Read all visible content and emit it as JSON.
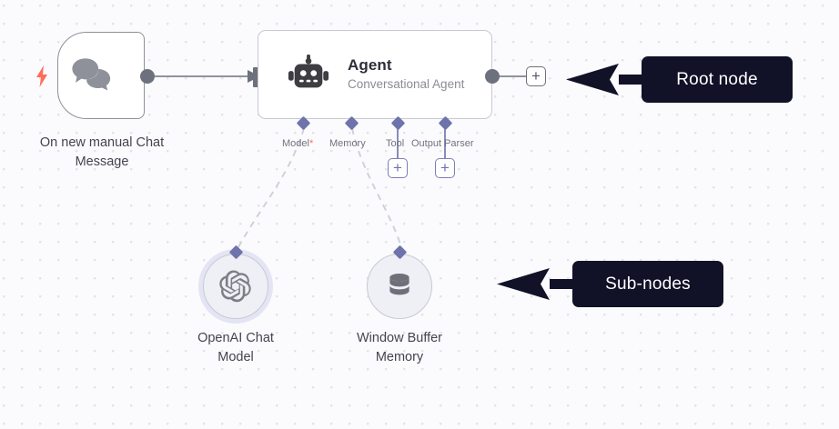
{
  "canvas": {
    "background_color": "#fbfbfd",
    "dot_color": "#e3e3e9",
    "zoom": "100%"
  },
  "palette": {
    "node_border": "#c9c9d2",
    "trigger_border": "#909099",
    "port_gray": "#6d707d",
    "accent_purple": "#6f73ab",
    "required_red": "#ff6d5a",
    "callout_bg": "#111128",
    "label_text": "#44444f",
    "subtitle_text": "#8b8b97"
  },
  "nodes": {
    "trigger": {
      "label": "On new manual Chat\nMessage",
      "icon": "chat-bubbles-icon",
      "badge_icon": "lightning-bolt-icon"
    },
    "agent": {
      "title": "Agent",
      "subtitle": "Conversational Agent",
      "icon": "robot-icon",
      "ports": [
        {
          "name": "Model",
          "required": true,
          "required_marker": "*",
          "has_add_button": false
        },
        {
          "name": "Memory",
          "required": false,
          "required_marker": "",
          "has_add_button": false
        },
        {
          "name": "Tool",
          "required": false,
          "required_marker": "",
          "has_add_button": true
        },
        {
          "name": "Output Parser",
          "required": false,
          "required_marker": "",
          "has_add_button": true
        }
      ],
      "output_add_label": "+"
    },
    "openai": {
      "label": "OpenAI Chat\nModel",
      "icon": "openai-logo-icon",
      "selected": true
    },
    "memory": {
      "label": "Window Buffer\nMemory",
      "icon": "database-icon",
      "selected": false
    }
  },
  "annotations": {
    "root": {
      "text": "Root node",
      "arrow": "left-arrow-icon"
    },
    "sub": {
      "text": "Sub-nodes",
      "arrow": "left-arrow-icon"
    }
  },
  "buttons": {
    "plus_glyph": "+"
  }
}
